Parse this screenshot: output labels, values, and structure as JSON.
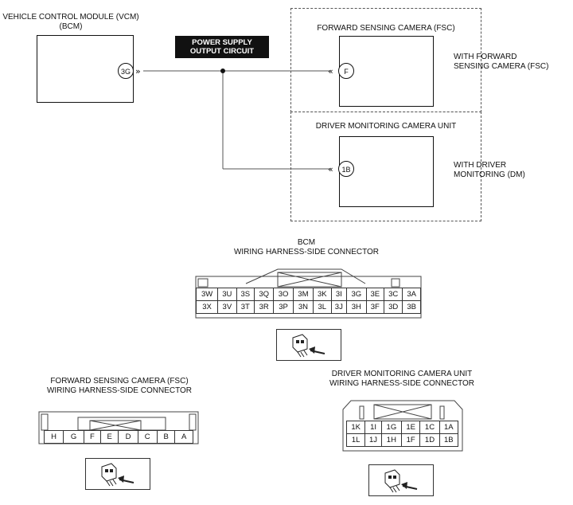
{
  "bcm_block": {
    "title_line1": "VEHICLE CONTROL MODULE (VCM)",
    "title_line2": "(BCM)",
    "pin": "3G"
  },
  "power_supply": {
    "line1": "POWER SUPPLY",
    "line2": "OUTPUT CIRCUIT"
  },
  "fsc_block": {
    "title": "FORWARD SENSING CAMERA (FSC)",
    "pin": "F",
    "note_line1": "WITH FORWARD",
    "note_line2": "SENSING CAMERA (FSC)"
  },
  "dm_block": {
    "title": "DRIVER MONITORING CAMERA UNIT",
    "pin": "1B",
    "note_line1": "WITH DRIVER",
    "note_line2": "MONITORING (DM)"
  },
  "bcm_connector": {
    "title_line1": "BCM",
    "title_line2": "WIRING HARNESS-SIDE CONNECTOR",
    "row1": [
      "3W",
      "3U",
      "3S",
      "3Q",
      "3O",
      "3M",
      "3K",
      "3I",
      "3G",
      "3E",
      "3C",
      "3A"
    ],
    "row2": [
      "3X",
      "3V",
      "3T",
      "3R",
      "3P",
      "3N",
      "3L",
      "3J",
      "3H",
      "3F",
      "3D",
      "3B"
    ]
  },
  "fsc_connector": {
    "title_line1": "FORWARD SENSING CAMERA (FSC)",
    "title_line2": "WIRING HARNESS-SIDE CONNECTOR",
    "row1": [
      "H",
      "G",
      "F",
      "E",
      "D",
      "C",
      "B",
      "A"
    ]
  },
  "dm_connector": {
    "title_line1": "DRIVER MONITORING CAMERA UNIT",
    "title_line2": "WIRING HARNESS-SIDE CONNECTOR",
    "row1": [
      "1K",
      "1I",
      "1G",
      "1E",
      "1C",
      "1A"
    ],
    "row2": [
      "1L",
      "1J",
      "1H",
      "1F",
      "1D",
      "1B"
    ]
  }
}
